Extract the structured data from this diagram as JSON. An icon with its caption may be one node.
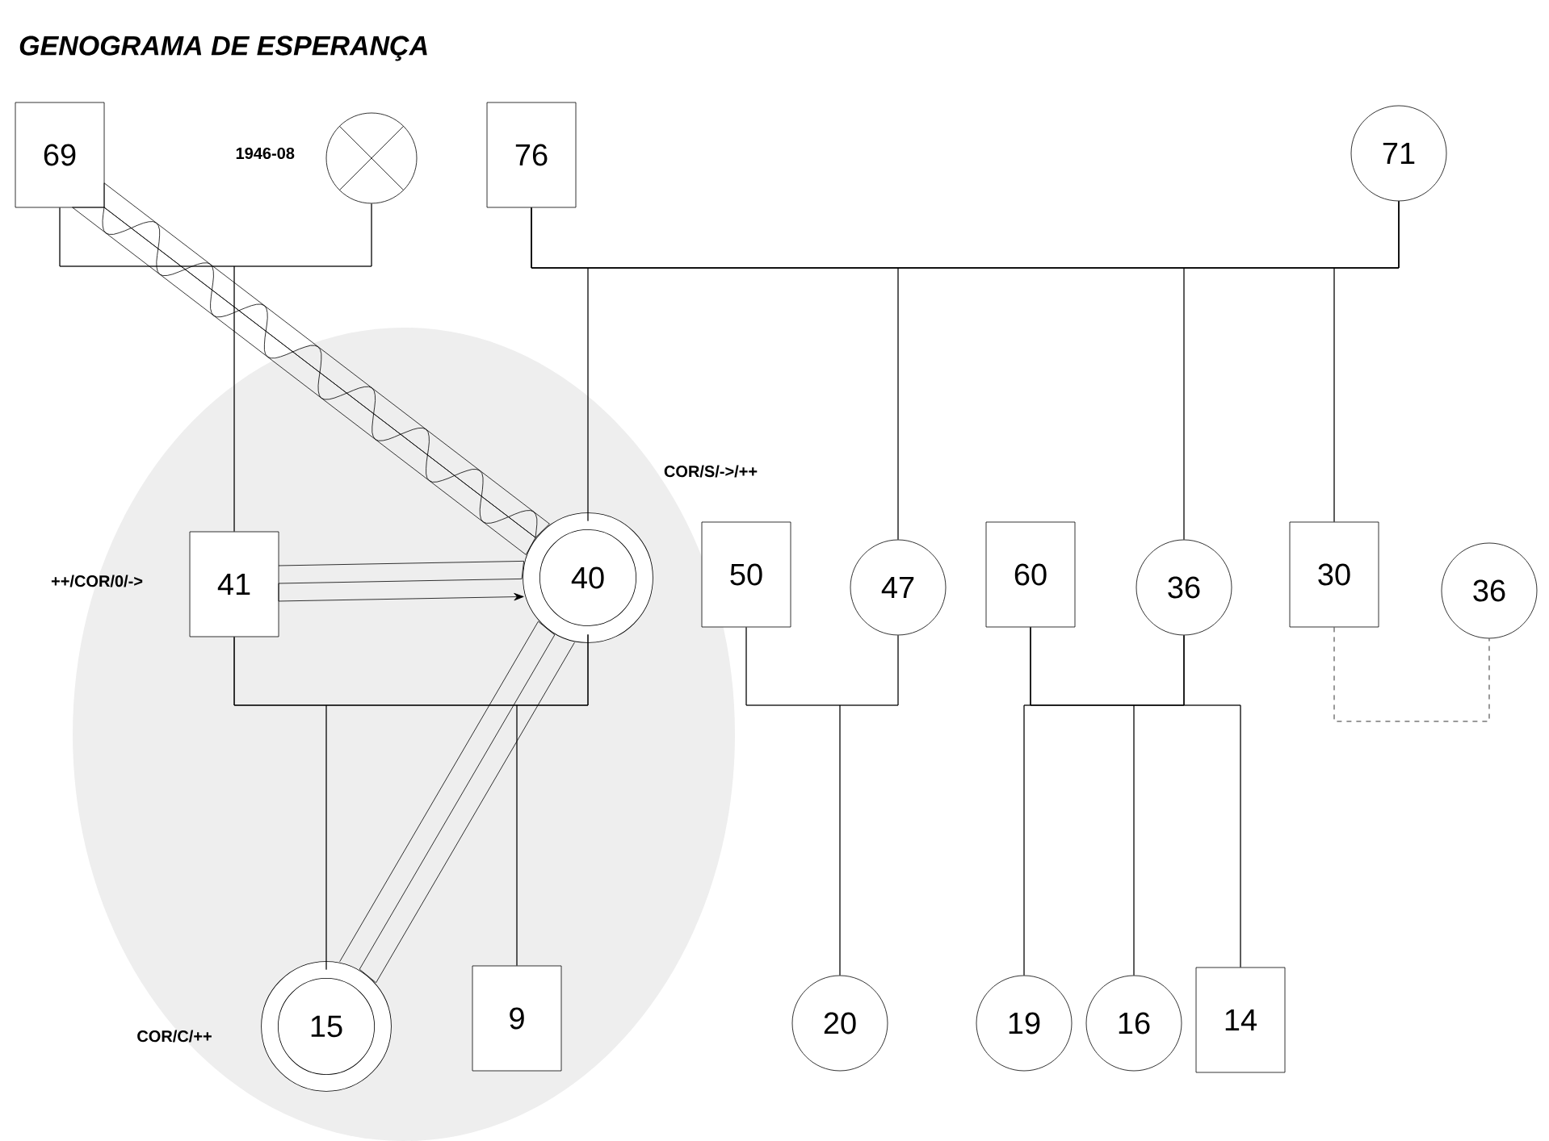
{
  "diagram": {
    "title": "GENOGRAMA DE ESPERANÇA",
    "nodes": [
      {
        "text": [
          "69"
        ]
      },
      {
        "text": [],
        "shape": "circle",
        "beside": [
          "1946-08"
        ]
      },
      {
        "text": [
          "76"
        ]
      },
      {
        "text": [
          "71"
        ]
      },
      {
        "text": [
          "41"
        ],
        "beside": [
          "++/COR/0/->"
        ]
      },
      {
        "text": [
          "40"
        ],
        "beside": [
          "COR/S/->/++"
        ]
      },
      {
        "text": [
          "50"
        ]
      },
      {
        "text": [
          "47"
        ]
      },
      {
        "text": [
          "60"
        ]
      },
      {
        "text": [
          "36"
        ]
      },
      {
        "text": [
          "30"
        ]
      },
      {
        "text": [
          "36"
        ]
      },
      {
        "text": [
          "15"
        ],
        "beside": [
          "COR/C/++"
        ]
      },
      {
        "text": [
          "9"
        ]
      },
      {
        "text": [
          "20"
        ]
      },
      {
        "text": [
          "19"
        ]
      },
      {
        "text": [
          "16"
        ]
      },
      {
        "text": [
          "14"
        ]
      }
    ],
    "edges": [
      {
        "from": 0,
        "to": 1,
        "arrow": "none"
      },
      {
        "from": 0,
        "to": 4,
        "arrow": "none"
      },
      {
        "from": 1,
        "to": 4,
        "arrow": "none"
      },
      {
        "from": 2,
        "to": 3,
        "arrow": "none"
      },
      {
        "from": 2,
        "to": 5,
        "arrow": "none"
      },
      {
        "from": 3,
        "to": 5,
        "arrow": "none"
      },
      {
        "from": 2,
        "to": 7,
        "arrow": "none"
      },
      {
        "from": 3,
        "to": 7,
        "arrow": "none"
      },
      {
        "from": 2,
        "to": 9,
        "arrow": "none"
      },
      {
        "from": 3,
        "to": 9,
        "arrow": "none"
      },
      {
        "from": 2,
        "to": 10,
        "arrow": "none"
      },
      {
        "from": 3,
        "to": 10,
        "arrow": "none"
      },
      {
        "from": 4,
        "to": 5,
        "arrow": "none"
      },
      {
        "from": 4,
        "to": 12,
        "arrow": "none"
      },
      {
        "from": 5,
        "to": 12,
        "arrow": "none"
      },
      {
        "from": 4,
        "to": 13,
        "arrow": "none"
      },
      {
        "from": 5,
        "to": 13,
        "arrow": "none"
      },
      {
        "from": 6,
        "to": 7,
        "arrow": "none"
      },
      {
        "from": 6,
        "to": 14,
        "arrow": "none"
      },
      {
        "from": 7,
        "to": 14,
        "arrow": "none"
      },
      {
        "from": 8,
        "to": 9,
        "arrow": "none"
      },
      {
        "from": 8,
        "to": 15,
        "arrow": "none"
      },
      {
        "from": 9,
        "to": 15,
        "arrow": "none"
      },
      {
        "from": 8,
        "to": 16,
        "arrow": "none"
      },
      {
        "from": 9,
        "to": 16,
        "arrow": "none"
      },
      {
        "from": 8,
        "to": 17,
        "arrow": "none"
      },
      {
        "from": 9,
        "to": 17,
        "arrow": "none"
      },
      {
        "from": 10,
        "to": 11,
        "arrow": "none",
        "style": "dashed"
      },
      {
        "from": 0,
        "to": 5,
        "arrow": "none"
      },
      {
        "from": 4,
        "to": 5,
        "arrow": "to"
      },
      {
        "from": 5,
        "to": 12,
        "arrow": "none"
      }
    ]
  }
}
